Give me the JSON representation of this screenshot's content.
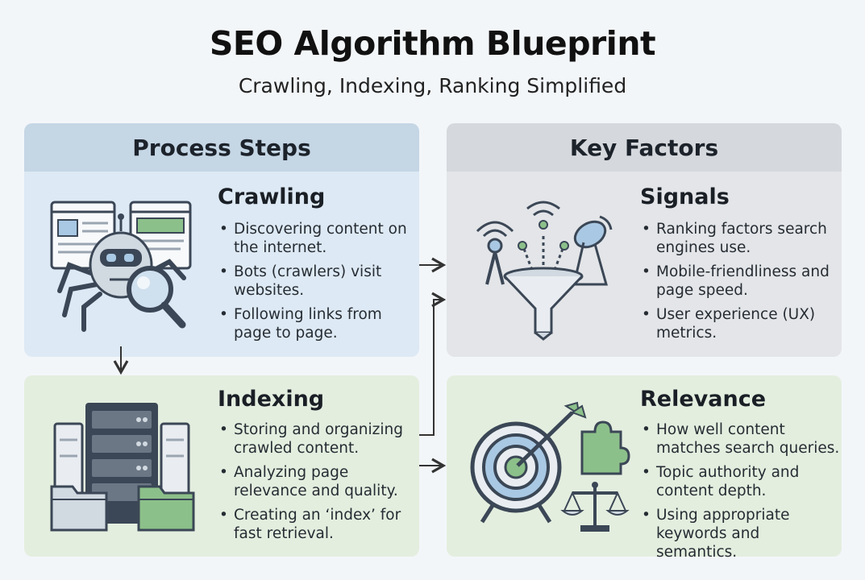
{
  "title": "SEO Algorithm Blueprint",
  "subtitle": "Crawling, Indexing, Ranking Simplified",
  "columns": {
    "left": "Process Steps",
    "right": "Key Factors"
  },
  "panels": {
    "crawling": {
      "title": "Crawling",
      "bullets": [
        "Discovering content on the internet.",
        "Bots (crawlers) visit websites.",
        "Following links from page to page."
      ]
    },
    "indexing": {
      "title": "Indexing",
      "bullets": [
        "Storing and organizing crawled content.",
        "Analyzing page relevance and quality.",
        "Creating an ‘index’ for fast retrieval."
      ]
    },
    "signals": {
      "title": "Signals",
      "bullets": [
        "Ranking factors search engines use.",
        "Mobile-friendliness and page speed.",
        "User experience (UX) metrics."
      ]
    },
    "relevance": {
      "title": "Relevance",
      "bullets": [
        "How well content matches search queries.",
        "Topic authority and content depth.",
        "Using appropriate keywords and semantics."
      ]
    }
  },
  "colors": {
    "blue_panel": "#dde9f4",
    "gray_panel": "#e3e5e8",
    "green_panel": "#e4eedf",
    "accent_green": "#8cc08a",
    "accent_blue": "#a9c8e3"
  },
  "icons": {
    "crawling": "spider-robot-magnifier-icon",
    "indexing": "server-folders-icon",
    "signals": "signal-funnel-icon",
    "relevance": "target-puzzle-scale-icon"
  }
}
